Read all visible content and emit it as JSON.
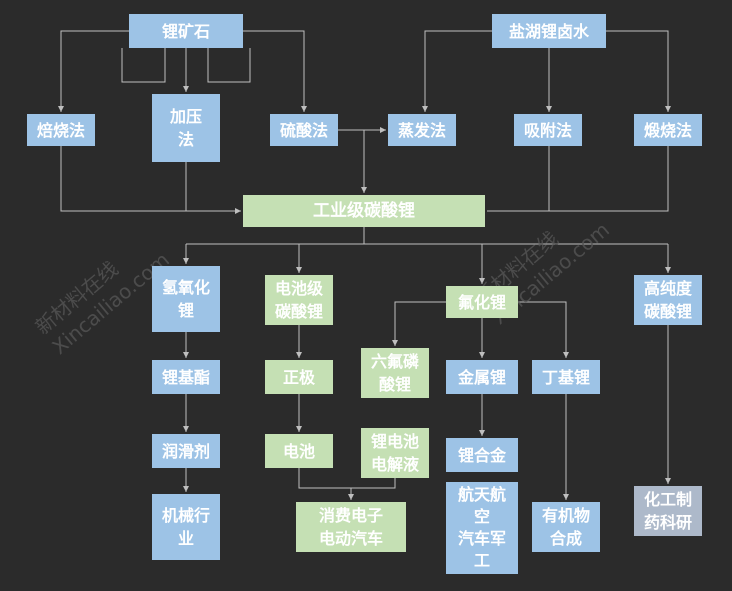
{
  "colors": {
    "blue": "#9dc3e6",
    "green": "#c5e0b4",
    "gray": "#adb9ca",
    "line": "#bfbfbf",
    "bg": "#2b2b2b"
  },
  "nodes": {
    "lithium_ore": "锂矿石",
    "salt_lake_brine": "盐湖锂卤水",
    "roasting_method_left": "焙烧法",
    "pressure_method": "加压\n法",
    "sulfuric_acid_method": "硫酸法",
    "evaporation_method": "蒸发法",
    "adsorption_method": "吸附法",
    "calcination_method": "煅烧法",
    "industrial_lithium_carbonate": "工业级碳酸锂",
    "lithium_hydroxide": "氢氧化\n锂",
    "battery_grade_lithium_carbonate": "电池级\n碳酸锂",
    "lithium_fluoride": "氟化锂",
    "high_purity_lithium_carbonate": "高纯度\n碳酸锂",
    "lithium_grease": "锂基酯",
    "cathode": "正极",
    "lithium_hexafluorophosphate": "六氟磷\n酸锂",
    "lithium_metal": "金属锂",
    "butyl_lithium": "丁基锂",
    "lubricant": "润滑剂",
    "battery": "电池",
    "battery_electrolyte": "锂电池\n电解液",
    "lithium_alloy": "锂合金",
    "machinery_industry": "机械行\n业",
    "consumer_electronics_ev": "消费电子\n电动汽车",
    "aerospace_auto_military": "航天航\n空\n汽车军\n工",
    "organic_synthesis": "有机物\n合成",
    "chemical_pharma_research": "化工制\n药科研"
  },
  "watermarks": {
    "left": "新材料在线\nXincailiao.com",
    "right": "新材料在线\nXincailiao.com"
  }
}
